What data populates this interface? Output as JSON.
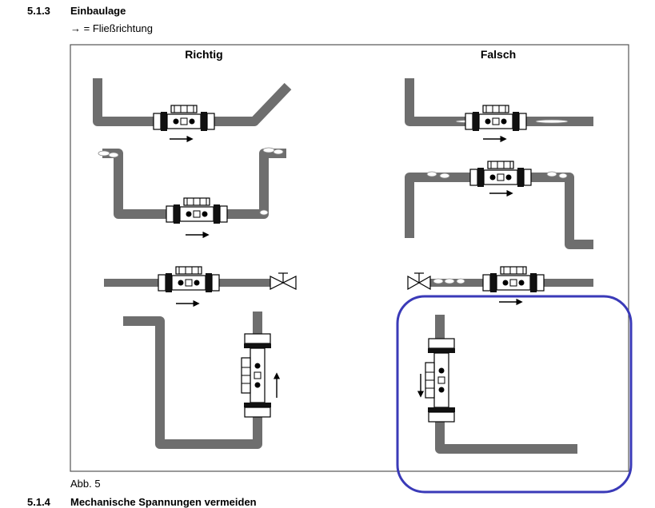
{
  "section_5_1_3": {
    "number": "5.1.3",
    "title": "Einbaulage"
  },
  "legend": "→ = Fließrichtung",
  "figure": {
    "col_correct": "Richtig",
    "col_wrong": "Falsch",
    "caption": "Abb. 5",
    "highlight_color": "#3a3ab8"
  },
  "section_5_1_4": {
    "number": "5.1.4",
    "title": "Mechanische Spannungen vermeiden"
  }
}
